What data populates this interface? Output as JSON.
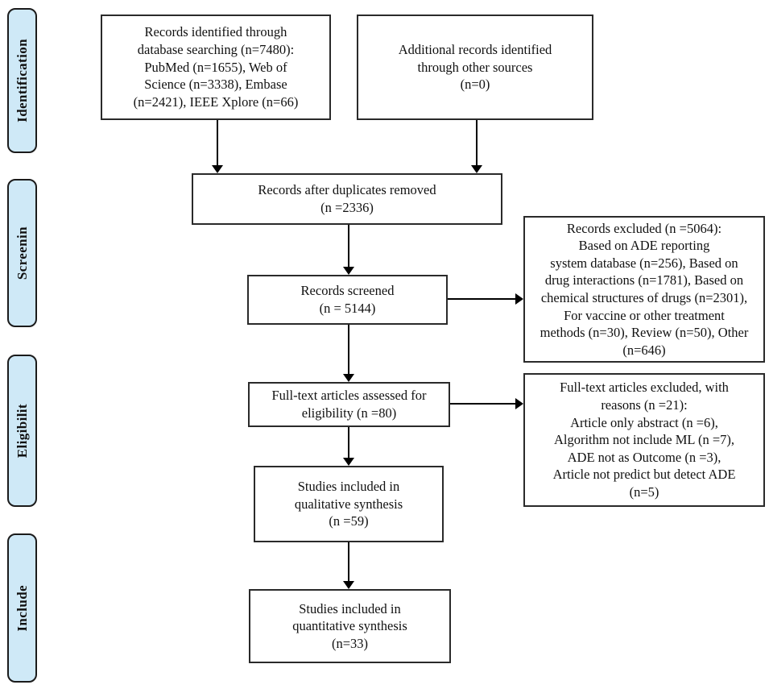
{
  "diagram": {
    "type": "prisma-flowchart",
    "colors": {
      "stage_fill": "#cfe9f7",
      "box_border": "#2a2a2a",
      "arrow": "#000000"
    },
    "stages": [
      {
        "label": "Identification"
      },
      {
        "label": "Screenin"
      },
      {
        "label": "Eligibilit"
      },
      {
        "label": "Include"
      }
    ],
    "boxes": {
      "identified": {
        "lines": [
          "Records identified through",
          "database searching (n=7480):",
          "PubMed (n=1655), Web of",
          "Science (n=3338), Embase",
          "(n=2421), IEEE Xplore (n=66)"
        ]
      },
      "additional": {
        "lines": [
          "Additional records identified",
          "through other sources",
          "(n=0)"
        ]
      },
      "duplicates_removed": {
        "lines": [
          "Records after duplicates removed",
          "(n =2336)"
        ]
      },
      "screened": {
        "lines": [
          "Records screened",
          "(n = 5144)"
        ]
      },
      "records_excluded": {
        "lines": [
          "Records excluded (n =5064):",
          "Based on ADE reporting",
          "system database (n=256), Based on",
          "drug interactions (n=1781), Based on",
          "chemical structures of drugs (n=2301),",
          "For vaccine or other treatment",
          "methods (n=30), Review (n=50), Other",
          "(n=646)"
        ]
      },
      "fulltext_assessed": {
        "lines": [
          "Full-text articles assessed for",
          "eligibility (n =80)"
        ]
      },
      "fulltext_excluded": {
        "lines": [
          "Full-text articles excluded, with",
          "reasons (n =21):",
          "Article only abstract (n =6),",
          "Algorithm not include ML (n =7),",
          "ADE not as Outcome (n =3),",
          "Article not predict but detect ADE",
          "(n=5)"
        ]
      },
      "qualitative": {
        "lines": [
          "Studies included in",
          "qualitative synthesis",
          "(n =59)"
        ]
      },
      "quantitative": {
        "lines": [
          "Studies included in",
          "quantitative synthesis",
          "(n=33)"
        ]
      }
    }
  }
}
